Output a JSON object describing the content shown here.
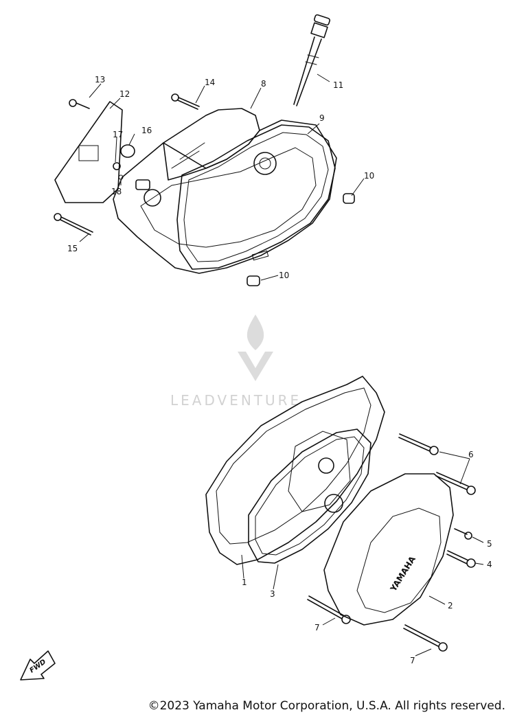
{
  "watermark": {
    "brand": "LEADVENTURE"
  },
  "callouts": {
    "c1": "1",
    "c2": "2",
    "c3": "3",
    "c4": "4",
    "c5": "5",
    "c6": "6",
    "c7a": "7",
    "c7b": "7",
    "c8": "8",
    "c9": "9",
    "c10a": "10",
    "c10b": "10",
    "c11": "11",
    "c12": "12",
    "c13": "13",
    "c14": "14",
    "c15": "15",
    "c16": "16",
    "c17": "17",
    "c18": "18"
  },
  "fwd_label": "FWD",
  "cover_brand": "YAMAHA",
  "copyright": "©2023 Yamaha Motor Corporation, U.S.A. All rights reserved."
}
